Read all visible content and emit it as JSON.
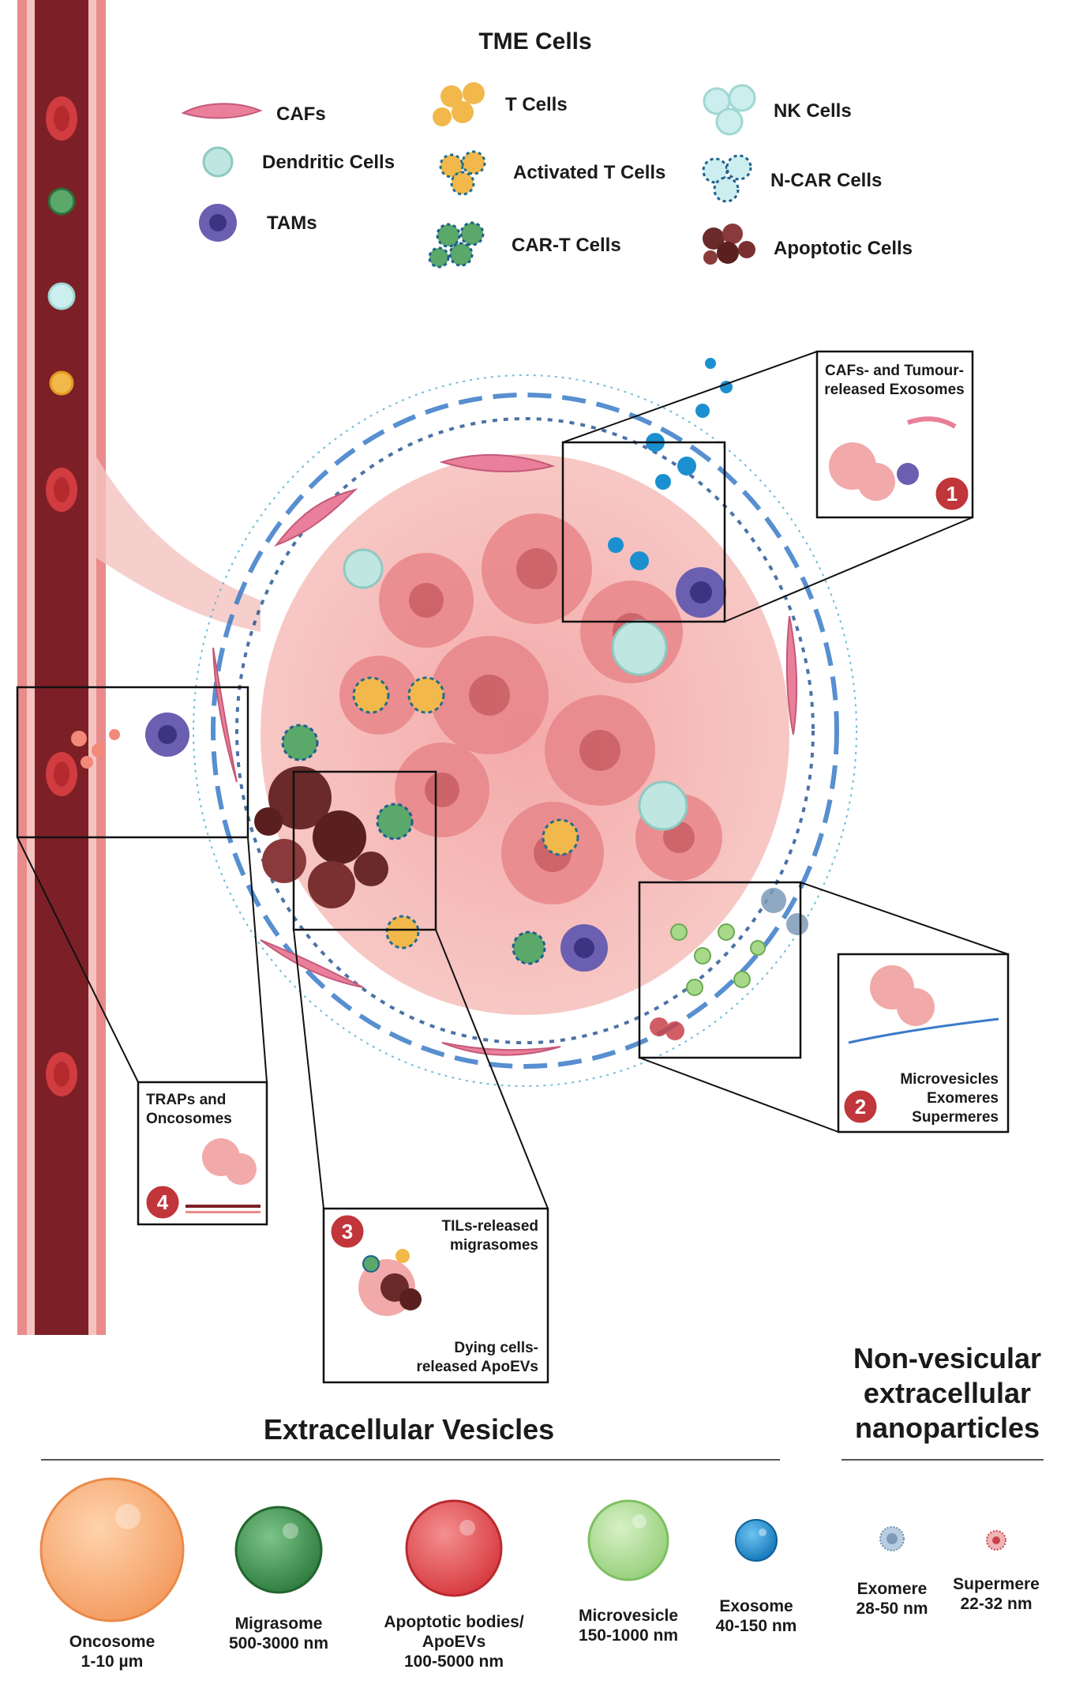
{
  "legend": {
    "title": "TME Cells",
    "items": [
      {
        "label": "CAFs",
        "icon": "caf-icon",
        "color": "#e97f9a"
      },
      {
        "label": "Dendritic Cells",
        "icon": "dendritic-cell-icon",
        "color": "#bfe6e1"
      },
      {
        "label": "TAMs",
        "icon": "tam-icon",
        "color": "#6b5fb1"
      },
      {
        "label": "T Cells",
        "icon": "t-cell-icon",
        "color": "#f2b84b"
      },
      {
        "label": "Activated T Cells",
        "icon": "activated-t-cell-icon",
        "color": "#f2b84b"
      },
      {
        "label": "CAR-T Cells",
        "icon": "car-t-cell-icon",
        "color": "#5aa86a"
      },
      {
        "label": "NK Cells",
        "icon": "nk-cell-icon",
        "color": "#bfe6e1"
      },
      {
        "label": "N-CAR Cells",
        "icon": "n-car-cell-icon",
        "color": "#9fd7d3"
      },
      {
        "label": "Apoptotic Cells",
        "icon": "apoptotic-cell-icon",
        "color": "#6a2a2a"
      }
    ]
  },
  "callouts": [
    {
      "number": "1",
      "line1": "CAFs- and Tumour-",
      "line2": "released Exosomes"
    },
    {
      "number": "2",
      "line1": "Microvesicles",
      "line2": "Exomeres",
      "line3": "Supermeres"
    },
    {
      "number": "3",
      "line1": "TILs-released",
      "line2": "migrasomes",
      "line3": "Dying cells-",
      "line4": "released ApoEVs"
    },
    {
      "number": "4",
      "line1": "TRAPs and",
      "line2": "Oncosomes"
    }
  ],
  "ev_section": {
    "title": "Extracellular Vesicles",
    "items": [
      {
        "name": "Oncosome",
        "size": "1-10 µm",
        "color": "#f6a36a",
        "icon": "oncosome-icon"
      },
      {
        "name": "Migrasome",
        "size": "500-3000 nm",
        "color": "#3a8a4a",
        "icon": "migrasome-icon"
      },
      {
        "name": "Apoptotic bodies/",
        "name2": "ApoEVs",
        "size": "100-5000 nm",
        "color": "#e0474c",
        "icon": "apoptotic-body-icon"
      },
      {
        "name": "Microvesicle",
        "size": "150-1000 nm",
        "color": "#a8d98a",
        "icon": "microvesicle-icon"
      },
      {
        "name": "Exosome",
        "size": "40-150 nm",
        "color": "#1b8fd0",
        "icon": "exosome-icon"
      }
    ]
  },
  "nvep_section": {
    "title1": "Non-vesicular",
    "title2": "extracellular",
    "title3": "nanoparticles",
    "items": [
      {
        "name": "Exomere",
        "size": "28-50 nm",
        "icon": "exomere-icon"
      },
      {
        "name": "Supermere",
        "size": "22-32 nm",
        "icon": "supermere-icon"
      }
    ]
  }
}
